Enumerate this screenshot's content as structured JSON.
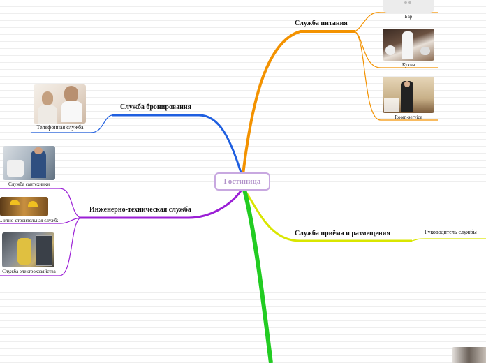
{
  "root": {
    "label": "Гостиница"
  },
  "branches": {
    "food": {
      "label": "Служба питания",
      "color": "#f39200",
      "children": [
        "Бар",
        "Кухня",
        "Room-service"
      ]
    },
    "booking": {
      "label": "Служба бронирования",
      "color": "#1f5fe0",
      "children": [
        "Телефонная служба"
      ]
    },
    "engineering": {
      "label": "Инженерно-техническая служба",
      "color": "#9b1fd6",
      "children": [
        "Служба сантехники",
        "...итно-строительная служба",
        "Служба электрохозяйства"
      ]
    },
    "reception": {
      "label": "Служба приёма и размещения",
      "color": "#d9e600",
      "children": [
        "Руководитель службы"
      ]
    },
    "bottom": {
      "color": "#22cc22"
    }
  }
}
